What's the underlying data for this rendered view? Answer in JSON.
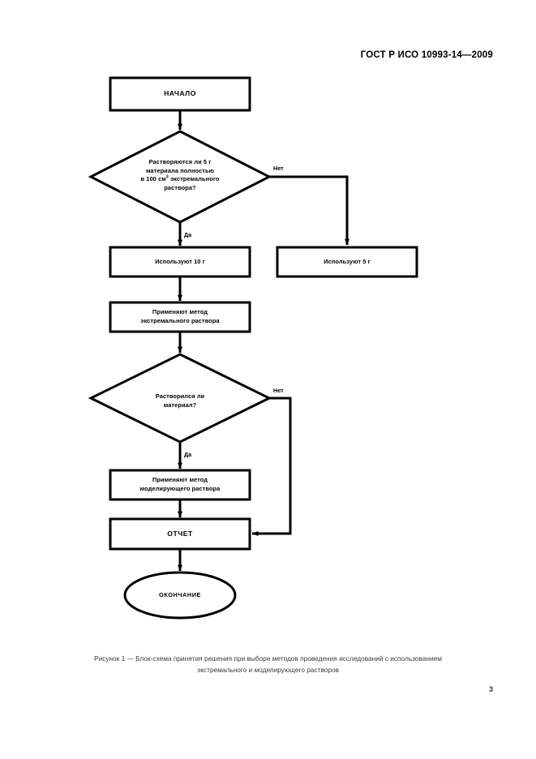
{
  "document": {
    "header": "ГОСТ Р ИСО 10993-14—2009",
    "page_number": "3"
  },
  "figure": {
    "caption_line1": "Рисунок 1 — Блок-схема принятия решения при выборе методов проведения исследований с использованием",
    "caption_line2": "экстремального и моделирующего растворов"
  },
  "flowchart": {
    "nodes": {
      "start": {
        "label": "НАЧАЛО",
        "shape": "rectangle"
      },
      "decision1_line1": "Растворяются ли 5 г",
      "decision1_line2": "материала полностью",
      "decision1_line3_a": "в 100 см",
      "decision1_line3_sup": "3",
      "decision1_line3_b": " экстремального",
      "decision1_line4": "раствора?",
      "use10g": {
        "label": "Используют 10 г",
        "shape": "rectangle"
      },
      "use5g": {
        "label": "Используют 5 г",
        "shape": "rectangle"
      },
      "method_extreme_line1": "Применяют метод",
      "method_extreme_line2": "экстремального раствора",
      "decision2_line1": "Растворился ли",
      "decision2_line2": "материал?",
      "method_model_line1": "Применяют метод",
      "method_model_line2": "моделирующего раствора",
      "report": {
        "label": "ОТЧЕТ",
        "shape": "rectangle"
      },
      "end": {
        "label": "ОКОНЧАНИЕ",
        "shape": "ellipse"
      }
    },
    "edge_labels": {
      "d1_no": "Нет",
      "d1_yes": "Да",
      "d2_no": "Нет",
      "d2_yes": "Да"
    },
    "colors": {
      "stroke": "#000000",
      "fill": "#ffffff",
      "text": "#000000",
      "caption": "#3a3a3a"
    }
  }
}
